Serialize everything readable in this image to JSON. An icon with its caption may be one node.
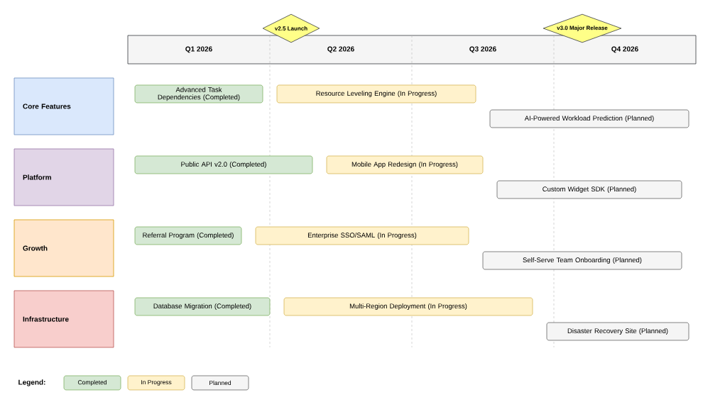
{
  "diagram": {
    "nodes": [
      {
        "text": [
          "v2.5 Launch"
        ]
      },
      {
        "text": [
          "v3.0 Major Release"
        ]
      },
      {
        "text": [
          "Core Features"
        ]
      },
      {
        "text": [
          "Platform"
        ]
      },
      {
        "text": [
          "Growth"
        ]
      },
      {
        "text": [
          "Infrastructure"
        ]
      },
      {
        "text": [
          "Advanced Task Dependencies (Completed)"
        ]
      },
      {
        "text": [
          "Resource Leveling Engine (In Progress)"
        ]
      },
      {
        "text": [
          "AI-Powered Workload Prediction (Planned)"
        ]
      },
      {
        "text": [
          "Public API v2.0 (Completed)"
        ]
      },
      {
        "text": [
          "Mobile App Redesign (In Progress)"
        ]
      },
      {
        "text": [
          "Custom Widget SDK (Planned)"
        ]
      },
      {
        "text": [
          "Referral Program (Completed)"
        ]
      },
      {
        "text": [
          "Enterprise SSO/SAML (In Progress)"
        ]
      },
      {
        "text": [
          "Self-Serve Team Onboarding (Planned)"
        ]
      },
      {
        "text": [
          "Database Migration (Completed)"
        ]
      },
      {
        "text": [
          "Multi-Region Deployment (In Progress)"
        ]
      },
      {
        "text": [
          "Disaster Recovery Site (Planned)"
        ]
      }
    ],
    "edges": [],
    "labels": [
      "Q1 2026",
      "Q2 2026",
      "Q3 2026",
      "Q4 2026",
      "Legend:"
    ],
    "legend": [
      {
        "text": "Completed",
        "color": "#d5e8d4"
      },
      {
        "text": "In Progress",
        "color": "#fff2cc"
      },
      {
        "text": "Planned",
        "color": "#f5f5f5"
      }
    ]
  }
}
